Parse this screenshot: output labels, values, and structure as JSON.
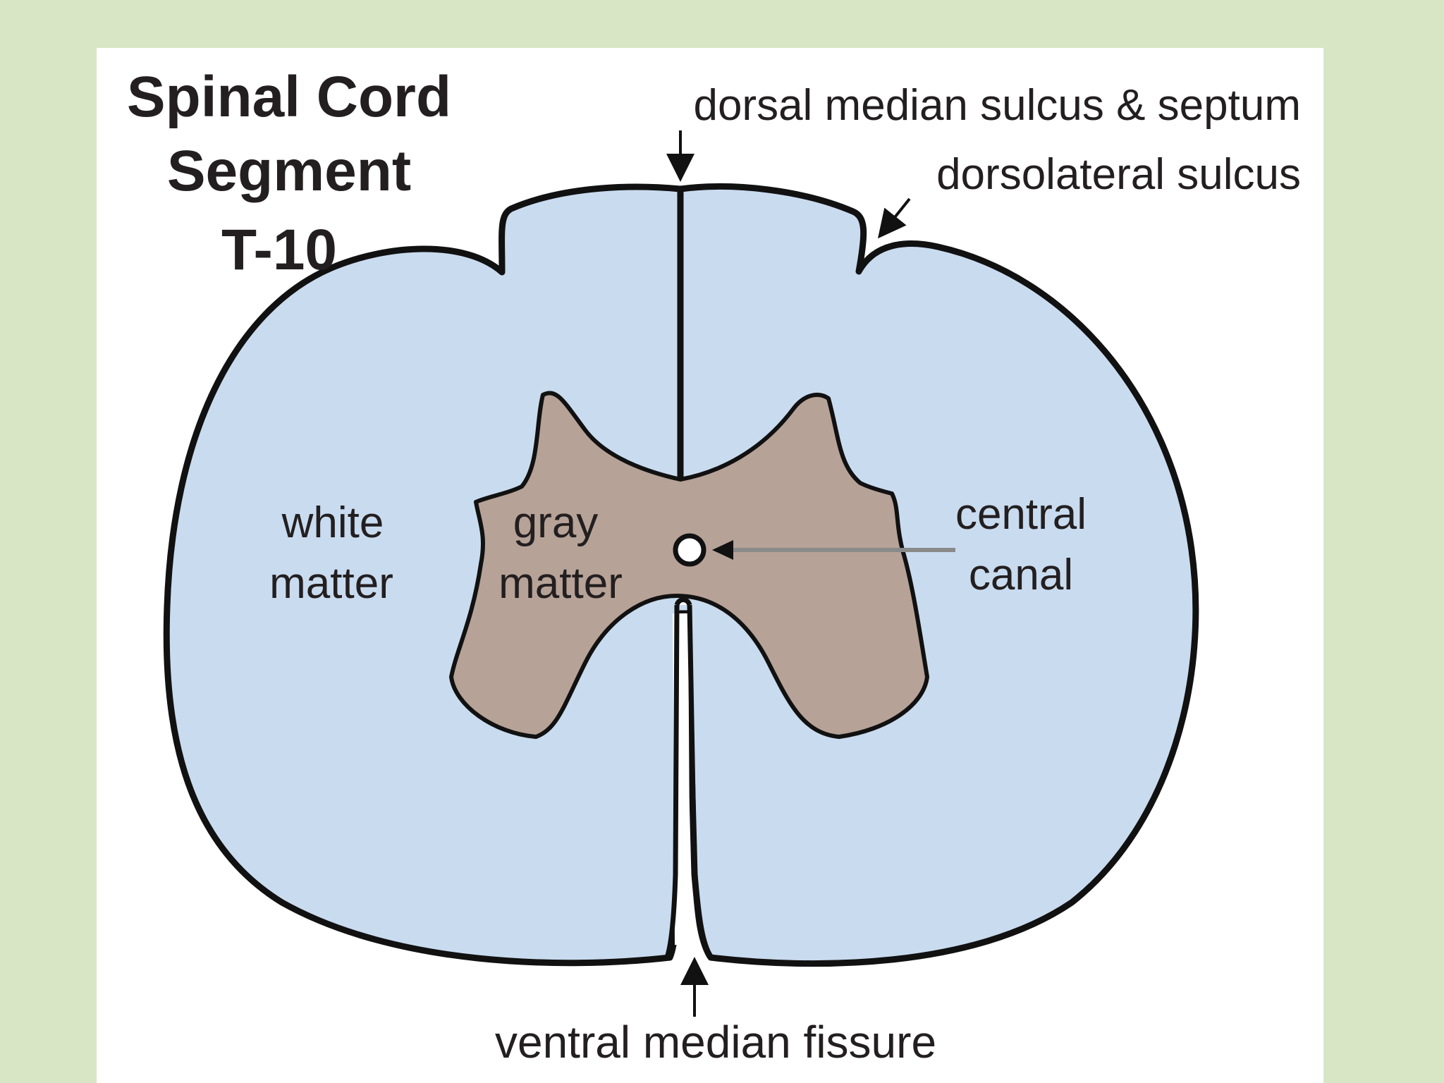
{
  "colors": {
    "background": "#d8e6c6",
    "panel": "#ffffff",
    "white_matter": "#c9dbef",
    "gray_matter": "#b7a297",
    "outline": "#111111",
    "pointer": "#8a8a8a"
  },
  "title": {
    "line1": "Spinal Cord",
    "line2": "Segment",
    "line3": "T-10"
  },
  "labels": {
    "dorsal_median": "dorsal median sulcus & septum",
    "dorsolateral": "dorsolateral sulcus",
    "white_matter_1": "white",
    "white_matter_2": "matter",
    "gray_matter_1": "gray",
    "gray_matter_2": "matter",
    "central_canal_1": "central",
    "central_canal_2": "canal",
    "ventral_fissure": "ventral median fissure"
  }
}
